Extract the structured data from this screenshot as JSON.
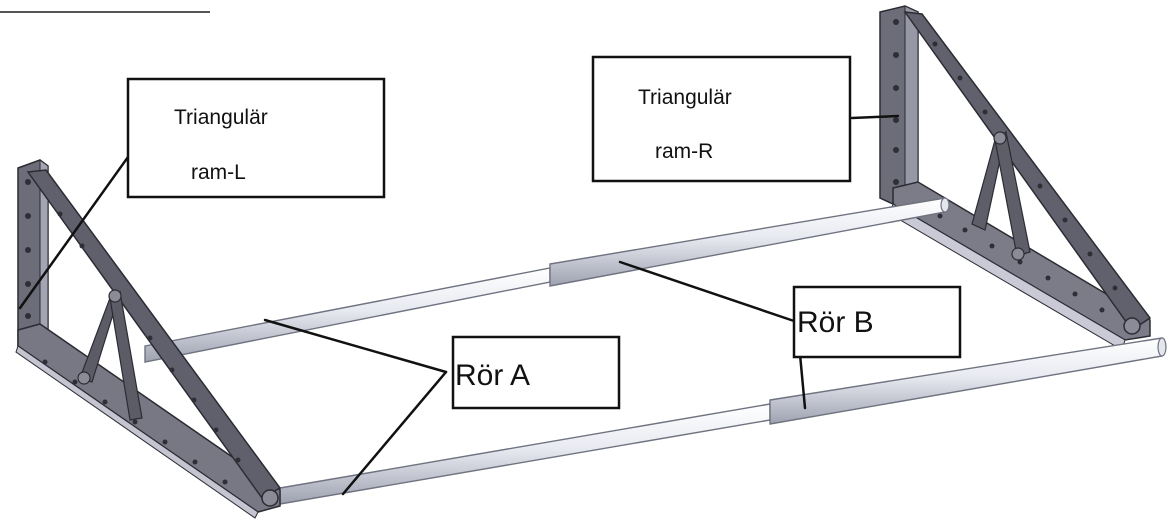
{
  "labels": {
    "frame_left": {
      "line1": "Triangulär",
      "line2": "ram-L"
    },
    "frame_right": {
      "line1": "Triangulär",
      "line2": "ram-R"
    },
    "tube_a": "Rör  A",
    "tube_b": "Rör  B"
  },
  "colors": {
    "frame_fill": "#6c6d78",
    "frame_dark": "#3d3e48",
    "frame_light": "#b7b8c6",
    "tube_fill": "#e4e6ee",
    "tube_edge": "#6f7380",
    "line": "#111111"
  }
}
